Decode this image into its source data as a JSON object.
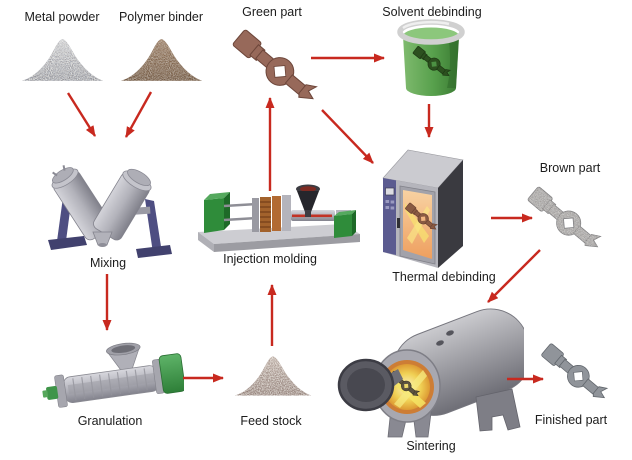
{
  "nodes": [
    {
      "id": "metal-powder",
      "label": "Metal powder",
      "icon": "powder-pile-icon"
    },
    {
      "id": "polymer-binder",
      "label": "Polymer binder",
      "icon": "powder-pile-icon"
    },
    {
      "id": "green-part",
      "label": "Green part",
      "icon": "molded-part-icon"
    },
    {
      "id": "solvent-debinding",
      "label": "Solvent debinding",
      "icon": "beaker-icon"
    },
    {
      "id": "mixing",
      "label": "Mixing",
      "icon": "v-blender-icon"
    },
    {
      "id": "injection-molding",
      "label": "Injection molding",
      "icon": "injection-molding-machine-icon"
    },
    {
      "id": "thermal-debinding",
      "label": "Thermal debinding",
      "icon": "debinding-oven-icon"
    },
    {
      "id": "brown-part",
      "label": "Brown part",
      "icon": "molded-part-icon"
    },
    {
      "id": "granulation",
      "label": "Granulation",
      "icon": "extruder-icon"
    },
    {
      "id": "feed-stock",
      "label": "Feed stock",
      "icon": "granule-pile-icon"
    },
    {
      "id": "sintering",
      "label": "Sintering",
      "icon": "sintering-furnace-icon"
    },
    {
      "id": "finished-part",
      "label": "Finished part",
      "icon": "molded-part-icon"
    }
  ],
  "edges": [
    {
      "from": "metal-powder",
      "to": "mixing"
    },
    {
      "from": "polymer-binder",
      "to": "mixing"
    },
    {
      "from": "mixing",
      "to": "granulation"
    },
    {
      "from": "granulation",
      "to": "feed-stock"
    },
    {
      "from": "feed-stock",
      "to": "injection-molding"
    },
    {
      "from": "injection-molding",
      "to": "green-part"
    },
    {
      "from": "green-part",
      "to": "solvent-debinding"
    },
    {
      "from": "green-part",
      "to": "thermal-debinding"
    },
    {
      "from": "solvent-debinding",
      "to": "thermal-debinding"
    },
    {
      "from": "thermal-debinding",
      "to": "brown-part"
    },
    {
      "from": "brown-part",
      "to": "sintering"
    },
    {
      "from": "sintering",
      "to": "finished-part"
    }
  ],
  "colors": {
    "background": "#ffffff",
    "label_text": "#1c1c1c",
    "arrow_red": "#c8291f",
    "metal_powder_gray": "#b4b7bf",
    "polymer_binder_brown": "#8a6a50",
    "green_part_brown": "#97695a",
    "brown_part_gray": "#a4a4a6",
    "finished_part_gray": "#90949a",
    "solvent_green": "#57a04c",
    "machine_green": "#3f9549",
    "stand_blue": "#4e4e82",
    "machine_gray": "#b5b5bc",
    "oven_glow_orange": "#f0a668",
    "furnace_glow_yellow": "#f0d054"
  }
}
